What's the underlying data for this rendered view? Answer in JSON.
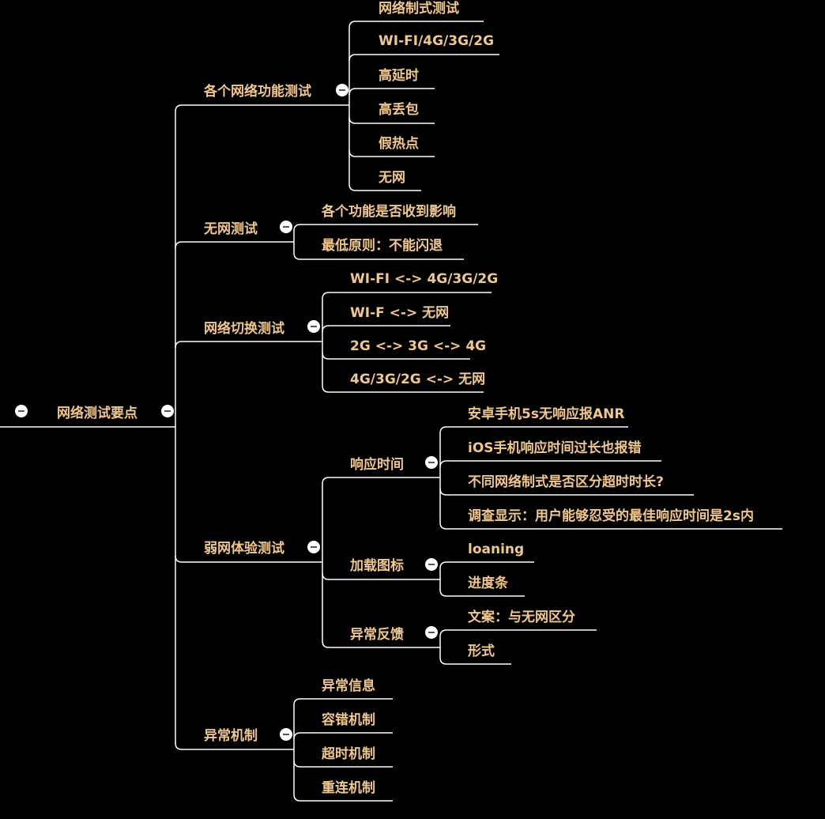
{
  "colors": {
    "background": "#000000",
    "text": "#f1c790",
    "line": "#ffffff",
    "toggle": "#ffffff"
  },
  "icons": {
    "toggle": "collapse-minus-icon"
  },
  "mindmap": {
    "root": "网络测试要点",
    "topics": [
      {
        "label": "各个网络功能测试",
        "children": [
          {
            "label": "网络制式测试"
          },
          {
            "label": "WI-FI/4G/3G/2G"
          },
          {
            "label": "高延时"
          },
          {
            "label": "高丢包"
          },
          {
            "label": "假热点"
          },
          {
            "label": "无网"
          }
        ]
      },
      {
        "label": "无网测试",
        "children": [
          {
            "label": "各个功能是否收到影响"
          },
          {
            "label": "最低原则：不能闪退"
          }
        ]
      },
      {
        "label": "网络切换测试",
        "children": [
          {
            "label": "WI-FI <-> 4G/3G/2G"
          },
          {
            "label": "WI-F <-> 无网"
          },
          {
            "label": "2G <-> 3G <-> 4G"
          },
          {
            "label": "4G/3G/2G <-> 无网"
          }
        ]
      },
      {
        "label": "弱网体验测试",
        "children": [
          {
            "label": "响应时间",
            "children": [
              {
                "label": "安卓手机5s无响应报ANR"
              },
              {
                "label": "iOS手机响应时间过长也报错"
              },
              {
                "label": "不同网络制式是否区分超时时长?"
              },
              {
                "label": "调查显示：用户能够忍受的最佳响应时间是2s内"
              }
            ]
          },
          {
            "label": "加载图标",
            "children": [
              {
                "label": "loaning"
              },
              {
                "label": "进度条"
              }
            ]
          },
          {
            "label": "异常反馈",
            "children": [
              {
                "label": "文案：与无网区分"
              },
              {
                "label": "形式"
              }
            ]
          }
        ]
      },
      {
        "label": "异常机制",
        "children": [
          {
            "label": "异常信息"
          },
          {
            "label": "容错机制"
          },
          {
            "label": "超时机制"
          },
          {
            "label": "重连机制"
          }
        ]
      }
    ]
  }
}
